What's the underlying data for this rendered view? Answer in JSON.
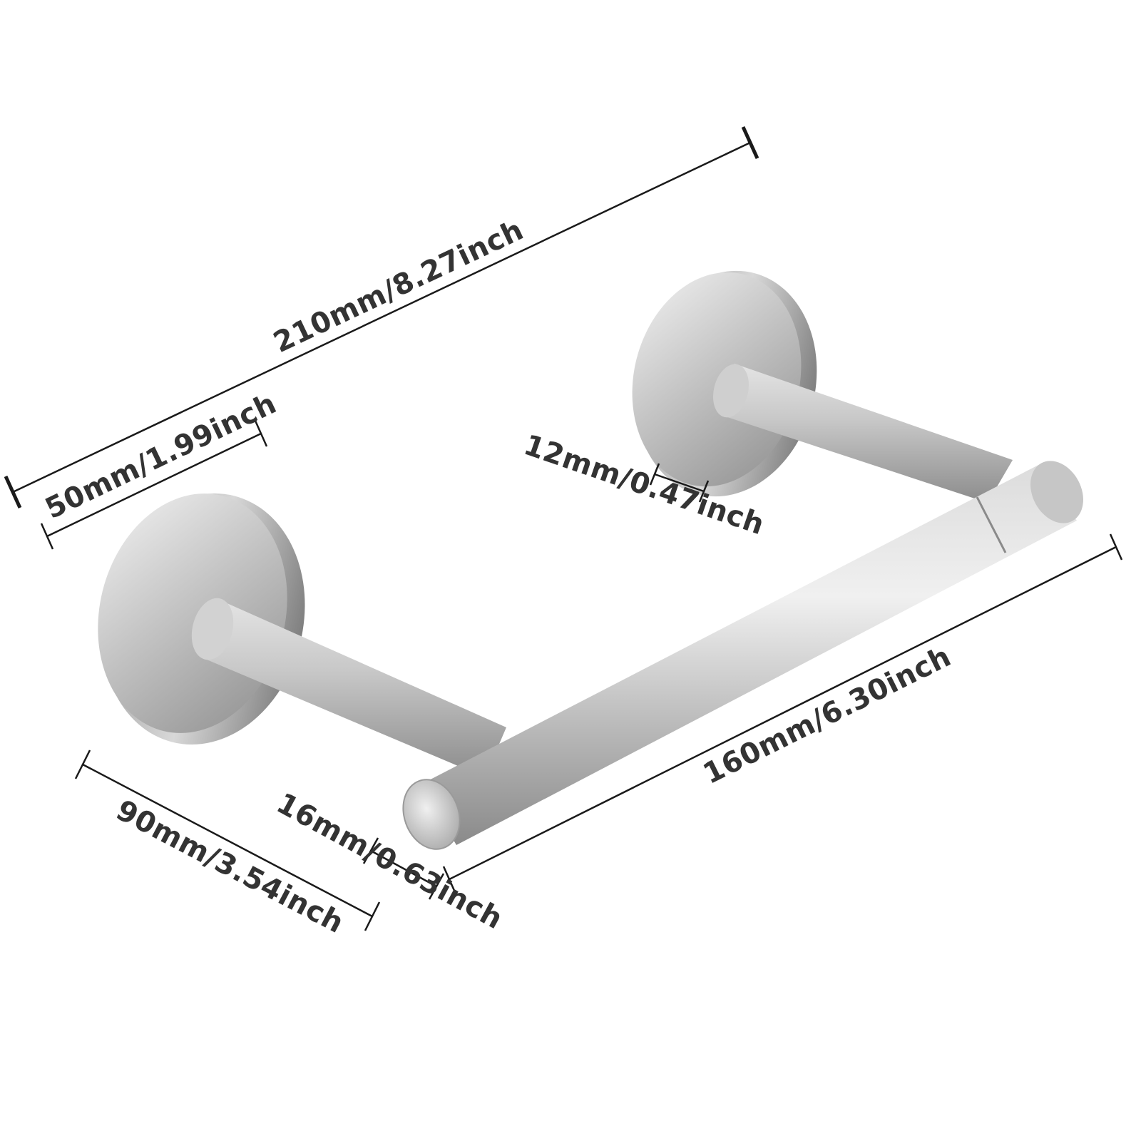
{
  "product": {
    "image_alt": "Brushed stainless steel toilet paper holder with two round wall plates, two support arms and a horizontal roll bar"
  },
  "dimensions": {
    "total_width": "210mm/8.27inch",
    "plate_diameter": "50mm/1.99inch",
    "arm_diameter": "12mm/0.47inch",
    "bar_length": "160mm/6.30inch",
    "depth": "90mm/3.54inch",
    "bar_diameter": "16mm/0.63inch"
  },
  "colors": {
    "background": "#ffffff",
    "metal_light": "#e6e6e6",
    "metal_mid": "#b9b9b9",
    "metal_dark": "#8c8c8c",
    "dimension_line": "#1a1a1a",
    "label_text": "#333333"
  }
}
